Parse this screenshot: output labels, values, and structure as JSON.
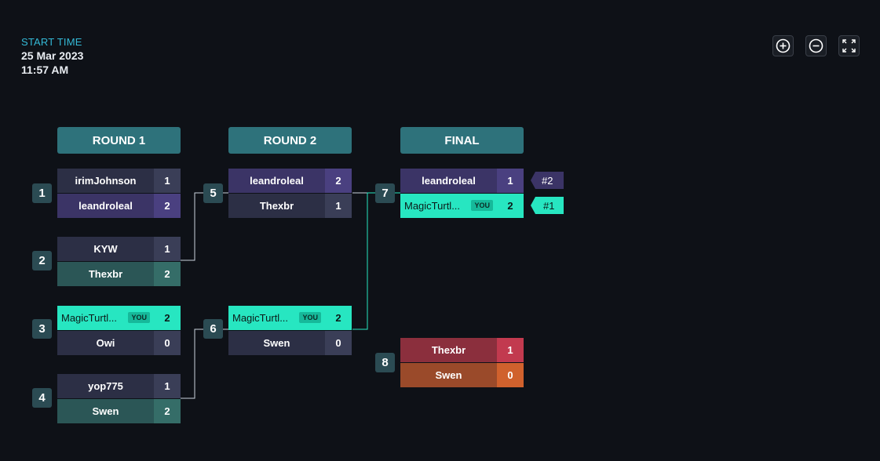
{
  "start": {
    "label": "START TIME",
    "date": "25 Mar 2023",
    "time": "11:57 AM"
  },
  "controls": {
    "zoom_in": "zoom-in-icon",
    "zoom_out": "zoom-out-icon",
    "fullscreen": "fullscreen-icon"
  },
  "rounds": [
    "ROUND 1",
    "ROUND 2",
    "FINAL"
  ],
  "you_badge": "YOU",
  "matches": [
    {
      "num": "1",
      "p1": "irimJohnson",
      "s1": "1",
      "p2": "leandroleal",
      "s2": "2"
    },
    {
      "num": "2",
      "p1": "KYW",
      "s1": "1",
      "p2": "Thexbr",
      "s2": "2"
    },
    {
      "num": "3",
      "p1": "MagicTurtl...",
      "s1": "2",
      "p2": "Owi",
      "s2": "0"
    },
    {
      "num": "4",
      "p1": "yop775",
      "s1": "1",
      "p2": "Swen",
      "s2": "2"
    },
    {
      "num": "5",
      "p1": "leandroleal",
      "s1": "2",
      "p2": "Thexbr",
      "s2": "1"
    },
    {
      "num": "6",
      "p1": "MagicTurtl...",
      "s1": "2",
      "p2": "Swen",
      "s2": "0"
    },
    {
      "num": "7",
      "p1": "leandroleal",
      "s1": "1",
      "p2": "MagicTurtl...",
      "s2": "2"
    },
    {
      "num": "8",
      "p1": "Thexbr",
      "s1": "1",
      "p2": "Swen",
      "s2": "0"
    }
  ],
  "ranks": {
    "first": "#1",
    "second": "#2"
  },
  "colors": {
    "accent": "#34b9d6",
    "header": "#2e727b",
    "you_row": "#27e6c1",
    "loser_row": "#2c2f45",
    "winner_row": "#3b3466",
    "third_winner": "#8b2f3d",
    "third_loser": "#9a4a2a"
  }
}
